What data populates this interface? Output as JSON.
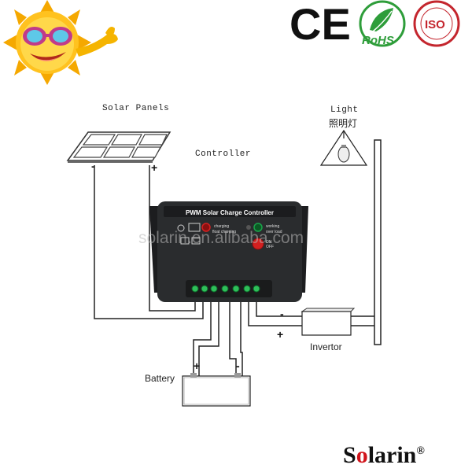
{
  "labels": {
    "solar_panels": "Solar Panels",
    "controller": "Controller",
    "light_en": "Light",
    "light_cn": "照明灯",
    "battery": "Battery",
    "invertor": "Invertor",
    "watermark": "solarin.en.alibaba.com"
  },
  "controller": {
    "title": "PWM Solar Charge Controller",
    "charging": "charging",
    "float_charging": "float charging",
    "working": "working",
    "over_load": "over load",
    "on": "ON",
    "off": "OFF"
  },
  "polarity": {
    "minus": "-",
    "plus": "+"
  },
  "certs": {
    "ce": "CE",
    "rohs": "RoHS",
    "iso": "ISO"
  },
  "brand": {
    "name_pre": "S",
    "name_o": "o",
    "name_post": "larin",
    "mark": "®"
  },
  "colors": {
    "sun": "#f5b400",
    "sun_face": "#ffd84a",
    "glasses": "#c03b8a",
    "controller_body": "#2a2c2e",
    "led_red": "#d42020",
    "led_green": "#1aa34a",
    "rohs_green": "#2e9d3a",
    "iso_red": "#c4262e",
    "brand_accent": "#d1141b"
  },
  "icons": [
    "sun-mascot-icon",
    "ce-mark-icon",
    "rohs-leaf-icon",
    "iso-seal-icon",
    "light-bulb-icon",
    "solar-panel-icon",
    "battery-icon"
  ]
}
